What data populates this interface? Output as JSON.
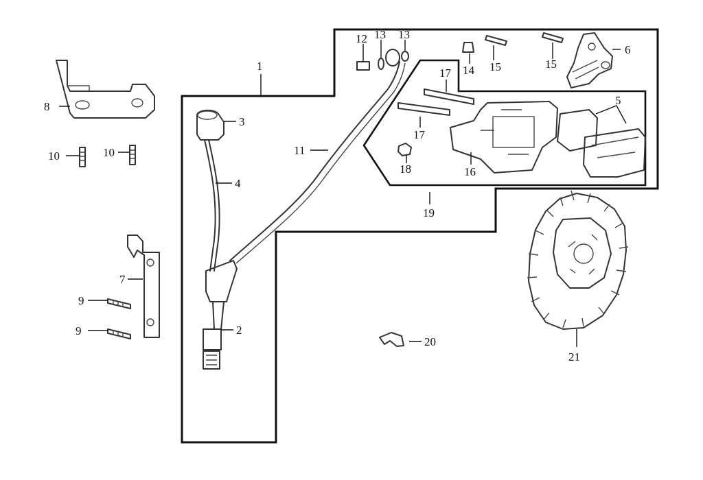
{
  "diagram": {
    "callouts": {
      "c1": "1",
      "c2": "2",
      "c3": "3",
      "c4": "4",
      "c5": "5",
      "c6": "6",
      "c7": "7",
      "c8": "8",
      "c9a": "9",
      "c9b": "9",
      "c10a": "10",
      "c10b": "10",
      "c11": "11",
      "c12": "12",
      "c13a": "13",
      "c13b": "13",
      "c14": "14",
      "c15a": "15",
      "c15b": "15",
      "c16": "16",
      "c17a": "17",
      "c17b": "17",
      "c18": "18",
      "c19": "19",
      "c20": "20",
      "c21": "21"
    }
  }
}
